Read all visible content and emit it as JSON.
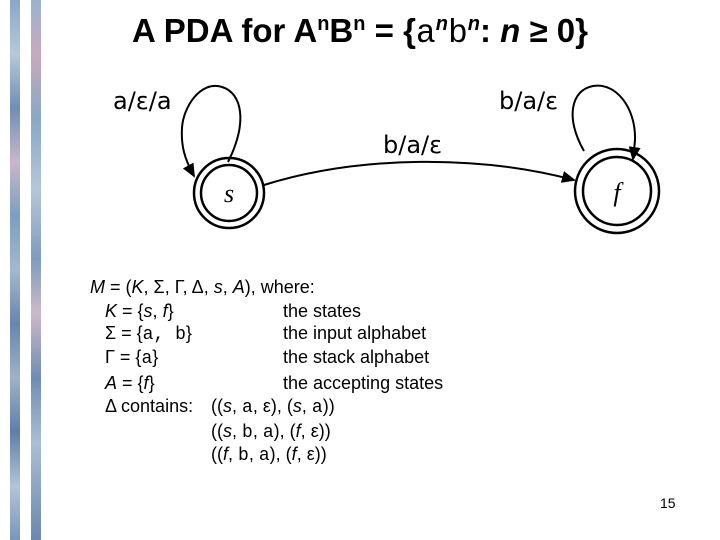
{
  "title": {
    "prefix": "A PDA for A",
    "sup1": "n",
    "mid": "B",
    "sup2": "n",
    "eq": " = {",
    "a": "a",
    "sup3": "n",
    "b": "b",
    "sup4": "n",
    "colon": ": ",
    "var": "n",
    "geq": " ≥ 0}"
  },
  "diagram": {
    "states": [
      {
        "name": "s",
        "start": true,
        "accepting": true
      },
      {
        "name": "f",
        "start": false,
        "accepting": true
      }
    ],
    "transitions": [
      {
        "from": "s",
        "to": "s",
        "label": "a/ε/a"
      },
      {
        "from": "s",
        "to": "f",
        "label": "b/a/ε"
      },
      {
        "from": "f",
        "to": "f",
        "label": "b/a/ε"
      }
    ]
  },
  "definition": {
    "m_line": {
      "M": "M",
      "eq_open": " = (",
      "K": "K",
      "c1": ", ",
      "Sigma": "Σ",
      "c2": ", ",
      "Gamma": "Γ",
      "c3": ", ",
      "Delta": "Δ",
      "c4": ", ",
      "s": "s",
      "c5": ", ",
      "A": "A",
      "close": "), where:"
    },
    "k_line": {
      "K": "K",
      "eq": " = {",
      "s": "s",
      "comma": ", ",
      "f": "f",
      "close": "}",
      "desc": "the states"
    },
    "sigma_line": {
      "sym": "Σ",
      "eq": " = {",
      "vals": "a, b",
      "close": "}",
      "desc": "the input alphabet"
    },
    "gamma_line": {
      "sym": "Γ",
      "eq": " = {",
      "vals": "a",
      "close": "}",
      "desc": "the stack alphabet"
    },
    "a_line": {
      "A": "A",
      "eq": " = {",
      "f": "f",
      "close": "}",
      "desc": "the accepting states"
    },
    "delta_line": {
      "sym": "Δ",
      "text": " contains:"
    },
    "transitions": [
      {
        "p1": "((",
        "q1": "s",
        "c1": ", ",
        "in": "a",
        "c2": ", ",
        "pop": "ε",
        "mid": "), (",
        "q2": "s",
        "c3": ", ",
        "push": "a",
        "end": "))"
      },
      {
        "p1": "((",
        "q1": "s",
        "c1": ", ",
        "in": "b",
        "c2": ", ",
        "pop": "a",
        "mid": "), (",
        "q2": "f",
        "c3": ", ",
        "push": "ε",
        "end": "))"
      },
      {
        "p1": "((",
        "q1": "f",
        "c1": ", ",
        "in": "b",
        "c2": ", ",
        "pop": "a",
        "mid": "), (",
        "q2": "f",
        "c3": ", ",
        "push": "ε",
        "end": "))"
      }
    ]
  },
  "page_number": "15"
}
